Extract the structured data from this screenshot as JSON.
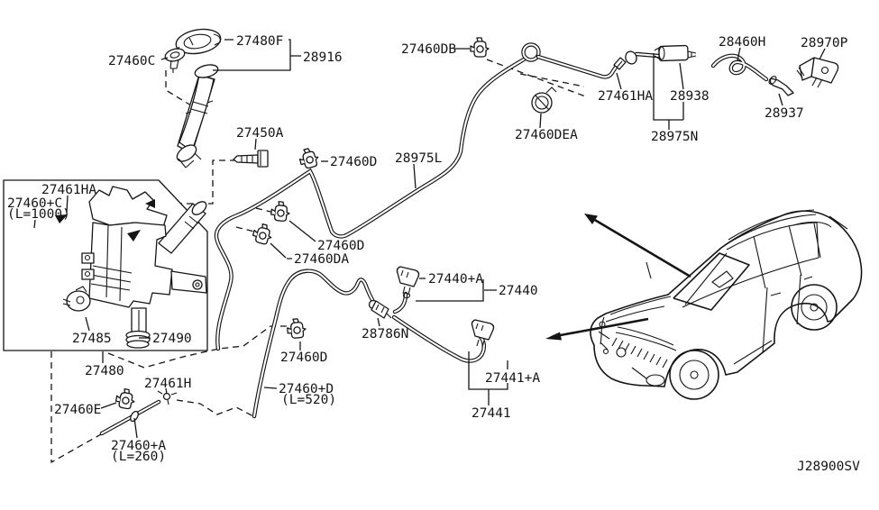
{
  "diagram": {
    "drawing_code": "J28900SV",
    "colors": {
      "line": "#151515",
      "background": "#ffffff"
    },
    "labels": {
      "l27460C": "27460C",
      "l27480F": "27480F",
      "l28916": "28916",
      "l27450A": "27450A",
      "l27460DB": "27460DB",
      "l27461HA": "27461HA",
      "l28938": "28938",
      "l28460H": "28460H",
      "l28970P": "28970P",
      "l28937": "28937",
      "l27460DEA": "27460DEA",
      "l28975N": "28975N",
      "l28975L": "28975L",
      "l27460D": "27460D",
      "l27460DA": "27460DA",
      "l27460pC": "27460+C",
      "l27460pC_len": "(L=1000)",
      "l27485": "27485",
      "l27490": "27490",
      "l27480": "27480",
      "l27461H": "27461H",
      "l27460E": "27460E",
      "l27460pA": "27460+A",
      "l27460pA_len": "(L=260)",
      "l27460pD": "27460+D",
      "l27460pD_len": "(L=520)",
      "l27440pA": "27440+A",
      "l27440": "27440",
      "l28786N": "28786N",
      "l27441pA": "27441+A",
      "l27441": "27441"
    }
  }
}
